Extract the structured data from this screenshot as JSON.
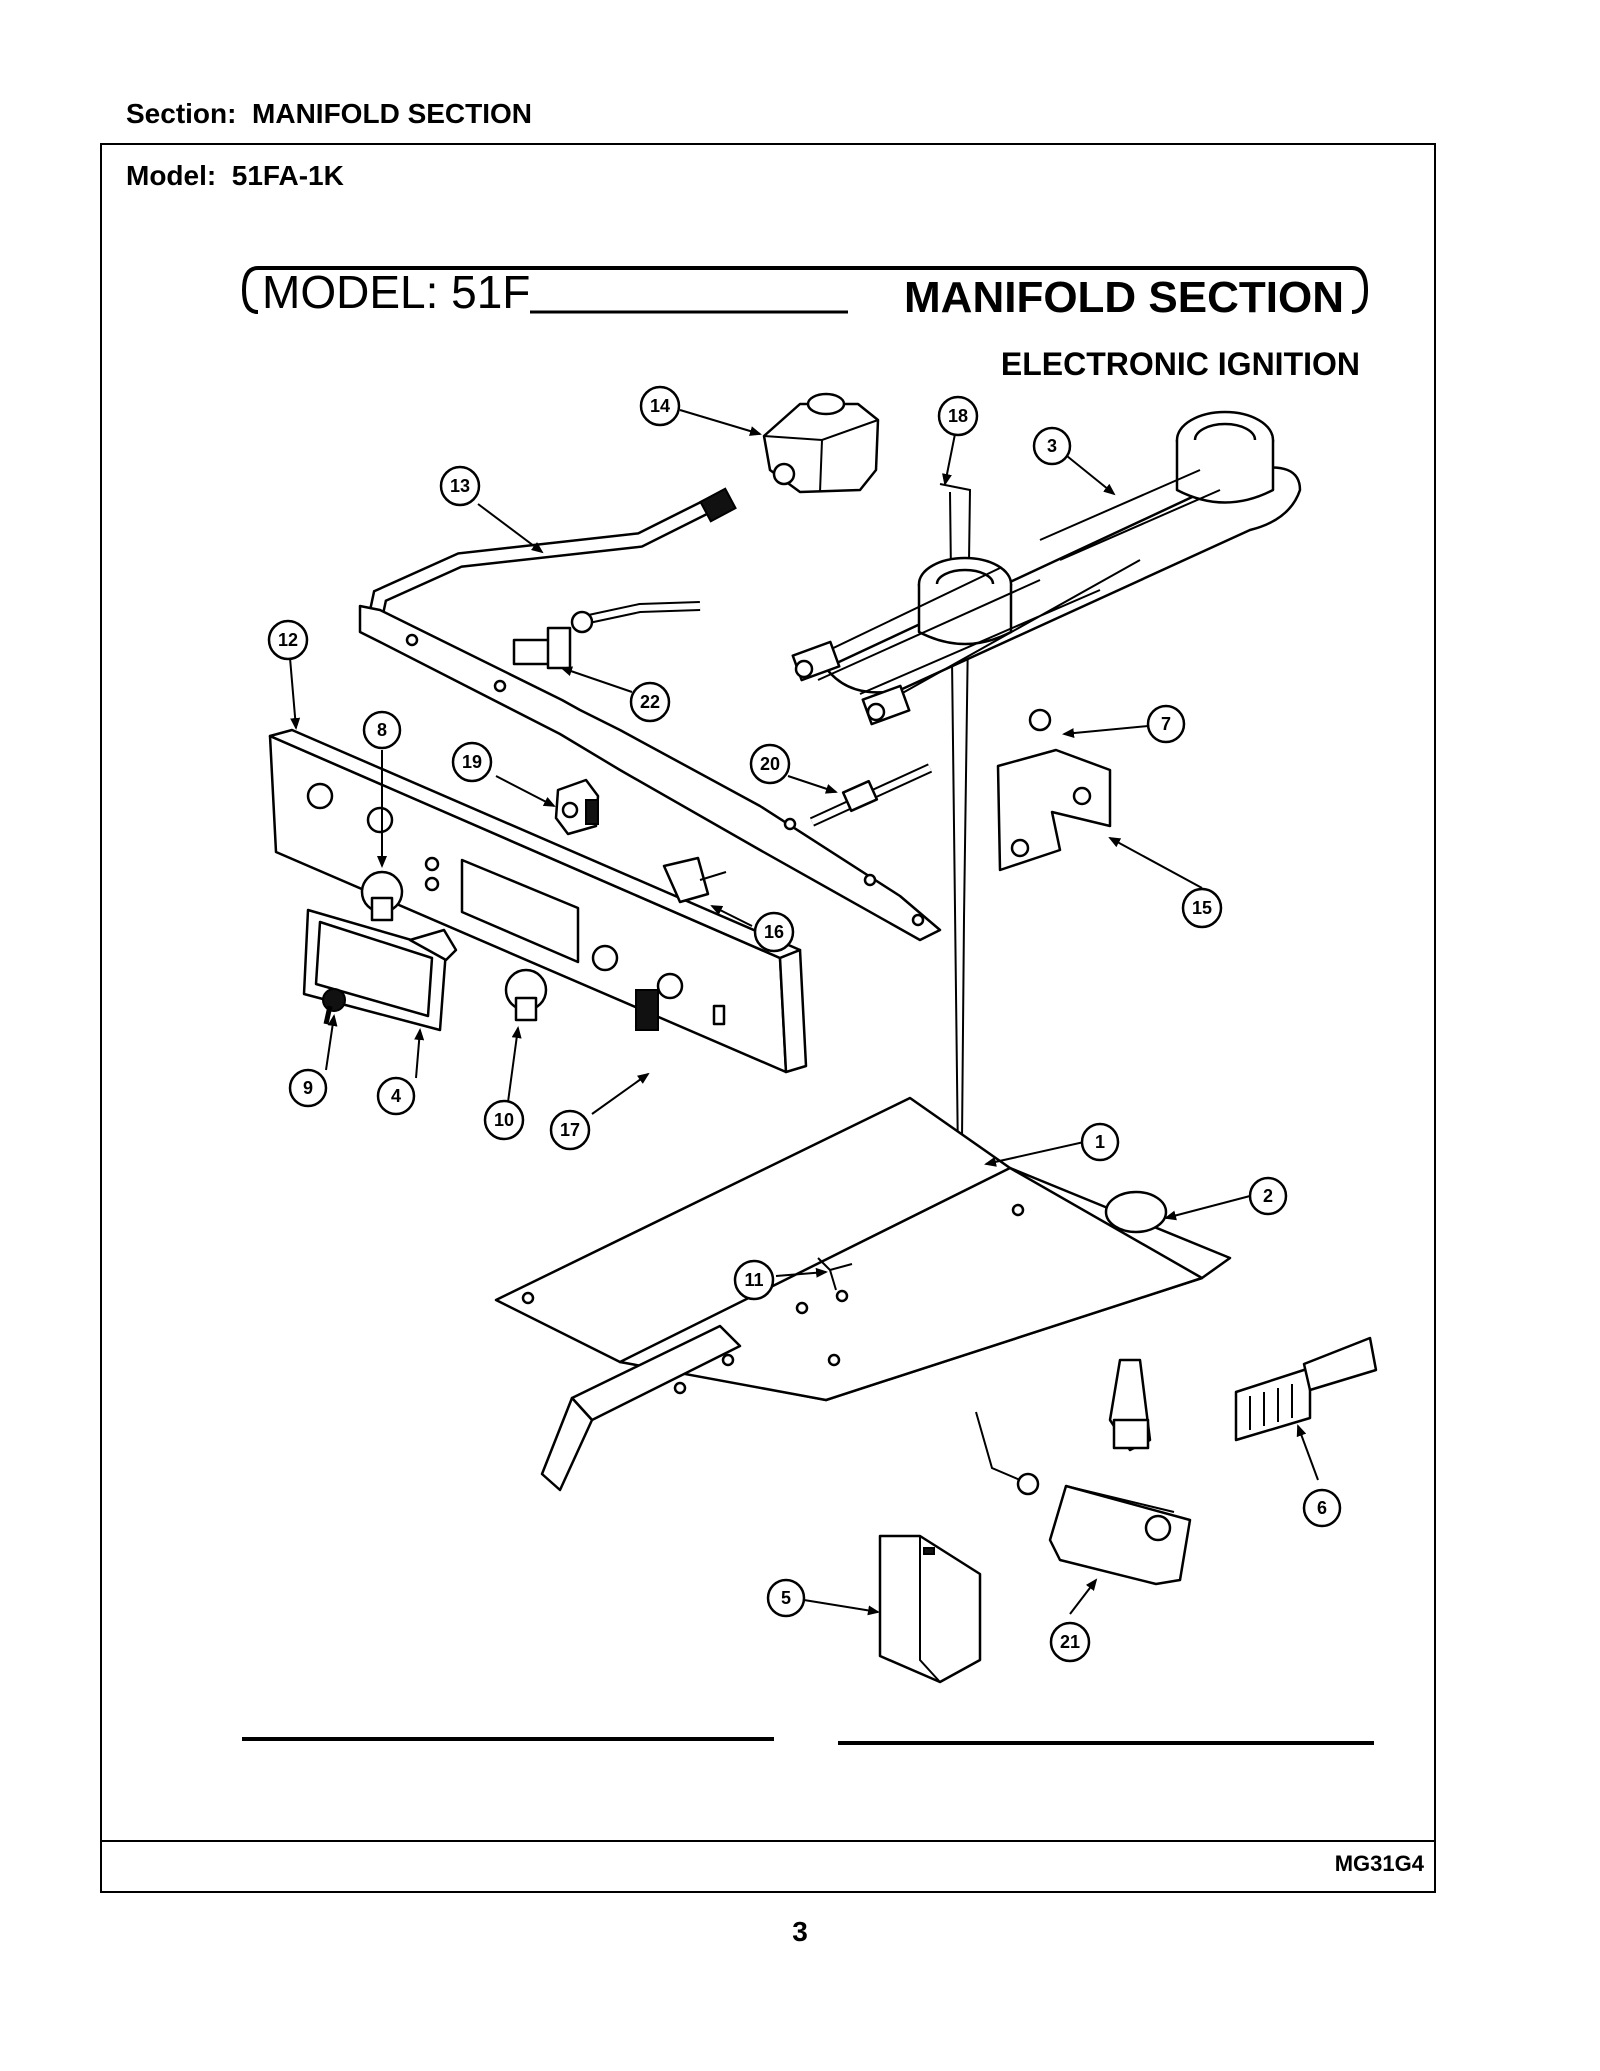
{
  "header": {
    "section_label": "Section:",
    "section_value": "MANIFOLD SECTION",
    "model_label": "Model:",
    "model_value": "51FA-1K"
  },
  "banner": {
    "model_text": "MODEL: 51F",
    "section_text": "MANIFOLD SECTION",
    "subtitle": "ELECTRONIC IGNITION"
  },
  "callouts": {
    "c1": "1",
    "c2": "2",
    "c3": "3",
    "c4": "4",
    "c5": "5",
    "c6": "6",
    "c7": "7",
    "c8": "8",
    "c9": "9",
    "c10": "10",
    "c11": "11",
    "c12": "12",
    "c13": "13",
    "c14": "14",
    "c15": "15",
    "c16": "16",
    "c17": "17",
    "c18": "18",
    "c19": "19",
    "c20": "20",
    "c21": "21",
    "c22": "22"
  },
  "footer": {
    "drawing_code": "MG31G4",
    "page_number": "3"
  }
}
